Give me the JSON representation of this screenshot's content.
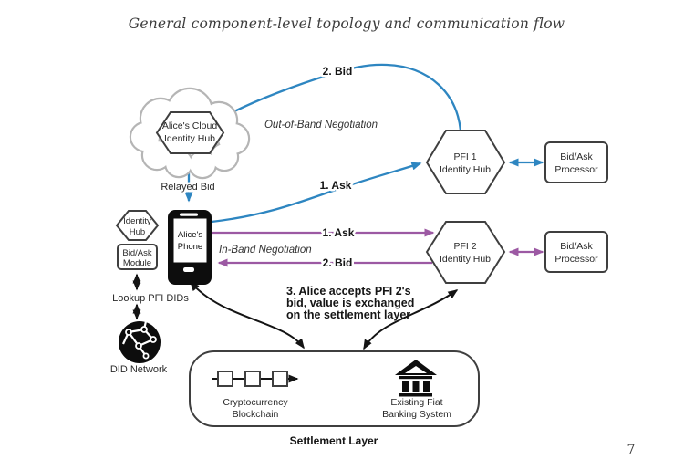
{
  "colors": {
    "blue": "#2e86c1",
    "purple": "#9c59a3",
    "title": "#3d3d3d",
    "nodestroke": "#3f3f3f",
    "cloudstroke": "#b5b5b5"
  },
  "header": {
    "title": "General component-level topology and communication flow"
  },
  "page": {
    "number": "7"
  },
  "nodes": {
    "cloud_hub": {
      "line1": "Alice's Cloud",
      "line2": "Identity Hub"
    },
    "phone": {
      "line1": "Alice's",
      "line2": "Phone"
    },
    "identity_hub": {
      "line1": "Identity",
      "line2": "Hub"
    },
    "bid_ask_module": {
      "line1": "Bid/Ask",
      "line2": "Module"
    },
    "did_network": {
      "label": "DID Network"
    },
    "pfi1": {
      "line1": "PFI 1",
      "line2": "Identity Hub"
    },
    "pfi2": {
      "line1": "PFI 2",
      "line2": "Identity Hub"
    },
    "processor1": {
      "line1": "Bid/Ask",
      "line2": "Processor"
    },
    "processor2": {
      "line1": "Bid/Ask",
      "line2": "Processor"
    },
    "blockchain": {
      "line1": "Cryptocurrency",
      "line2": "Blockchain"
    },
    "fiat": {
      "line1": "Existing Fiat",
      "line2": "Banking System"
    },
    "settlement": {
      "label": "Settlement Layer"
    }
  },
  "labels": {
    "bid_top": "2. Bid",
    "ask_oob": "1. Ask",
    "oob": "Out-of-Band Negotiation",
    "relayed_bid": "Relayed Bid",
    "ask_inband": "1. Ask",
    "inband": "In-Band Negotiation",
    "bid_inband": "2. Bid",
    "lookup": "Lookup PFI DIDs",
    "note1": "3. Alice accepts PFI 2's",
    "note2": "bid, value is exchanged",
    "note3": "on the settlement layer"
  }
}
